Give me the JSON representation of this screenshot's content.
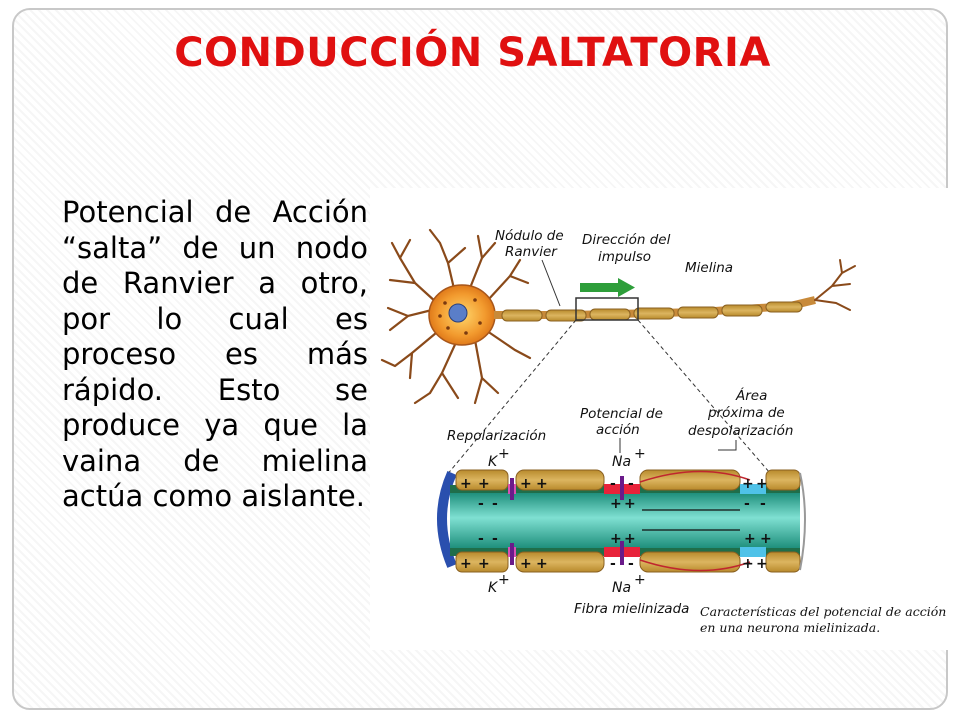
{
  "slide": {
    "title": "CONDUCCIÓN SALTATORIA",
    "text": "Potencial de Acción “salta” de un nodo de Ranvier a otro, por lo cual es proceso es más rápido. Esto se produce ya que la vaina de mielina actúa como aislante."
  },
  "figure": {
    "labels": {
      "nodulo_1": "Nódulo de",
      "nodulo_2": "Ranvier",
      "direccion_1": "Dirección del",
      "direccion_2": "impulso",
      "mielina": "Mielina",
      "repolarizacion": "Repolarización",
      "potencial_1": "Potencial de",
      "potencial_2": "acción",
      "area_1": "Área",
      "area_2": "próxima de",
      "area_3": "despolarización",
      "fibra": "Fibra mielinizada",
      "k_top": "K",
      "k_bottom": "K",
      "na_top": "Na",
      "na_bottom": "Na",
      "plus": "+"
    },
    "caption_1": "Características del potencial de acción",
    "caption_2": "en una neurona mielinizada."
  },
  "colors": {
    "title": "#e01010",
    "myelin": "#c9a24a",
    "axon": "#2fae9a",
    "arrow": "#2e9e3a"
  }
}
